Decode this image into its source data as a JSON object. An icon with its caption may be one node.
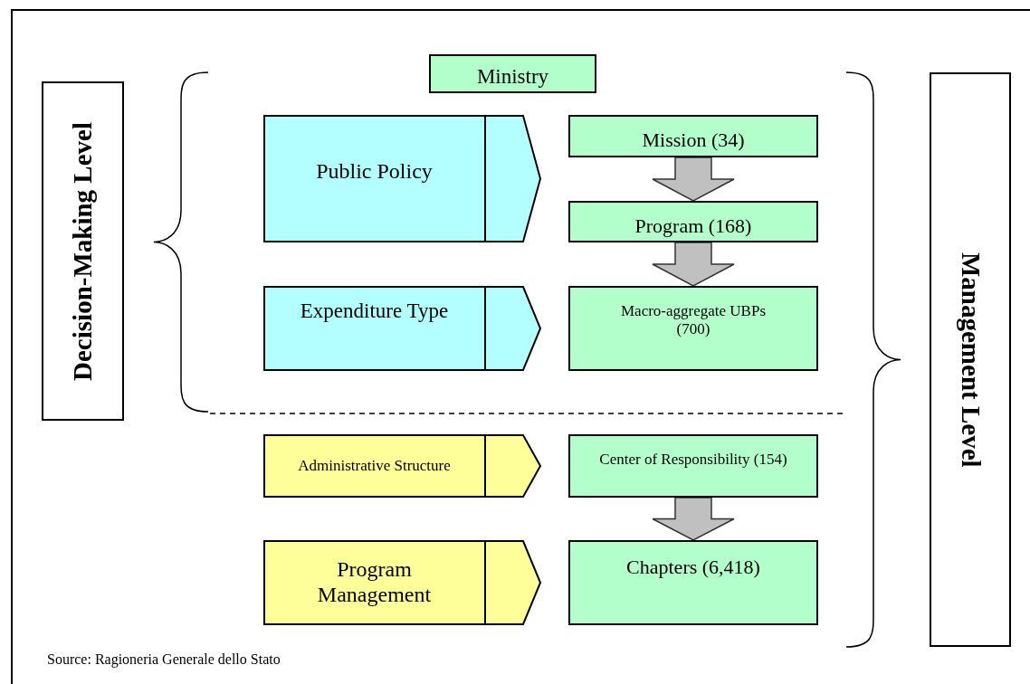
{
  "diagram": {
    "nodes": [
      {
        "text": [
          "Ministry"
        ]
      },
      {
        "text": [
          "Decision-Making Level"
        ]
      },
      {
        "text": [
          "Public Policy"
        ]
      },
      {
        "text": [
          "Mission (34)"
        ]
      },
      {
        "text": [
          "Program (168)"
        ]
      },
      {
        "text": [
          "Expenditure Type"
        ]
      },
      {
        "text": [
          "Macro-aggregate UBPs (700)"
        ]
      },
      {
        "text": [
          "Management Level"
        ]
      },
      {
        "text": [
          "Administrative Structure"
        ]
      },
      {
        "text": [
          "Center of Responsibility (154)"
        ]
      },
      {
        "text": [
          "Program Management"
        ]
      },
      {
        "text": [
          "Chapters (6,418)"
        ]
      }
    ],
    "edges": [
      {
        "from": 3,
        "to": 4,
        "arrow": "to",
        "style": "thick",
        "color": "#c0c0c0"
      },
      {
        "from": 4,
        "to": 6,
        "arrow": "to",
        "style": "thick",
        "color": "#c0c0c0"
      },
      {
        "from": 9,
        "to": 11,
        "arrow": "to",
        "style": "thick",
        "color": "#c0c0c0"
      }
    ],
    "labels": [
      "Source: Ragioneria Generale dello Stato"
    ]
  }
}
